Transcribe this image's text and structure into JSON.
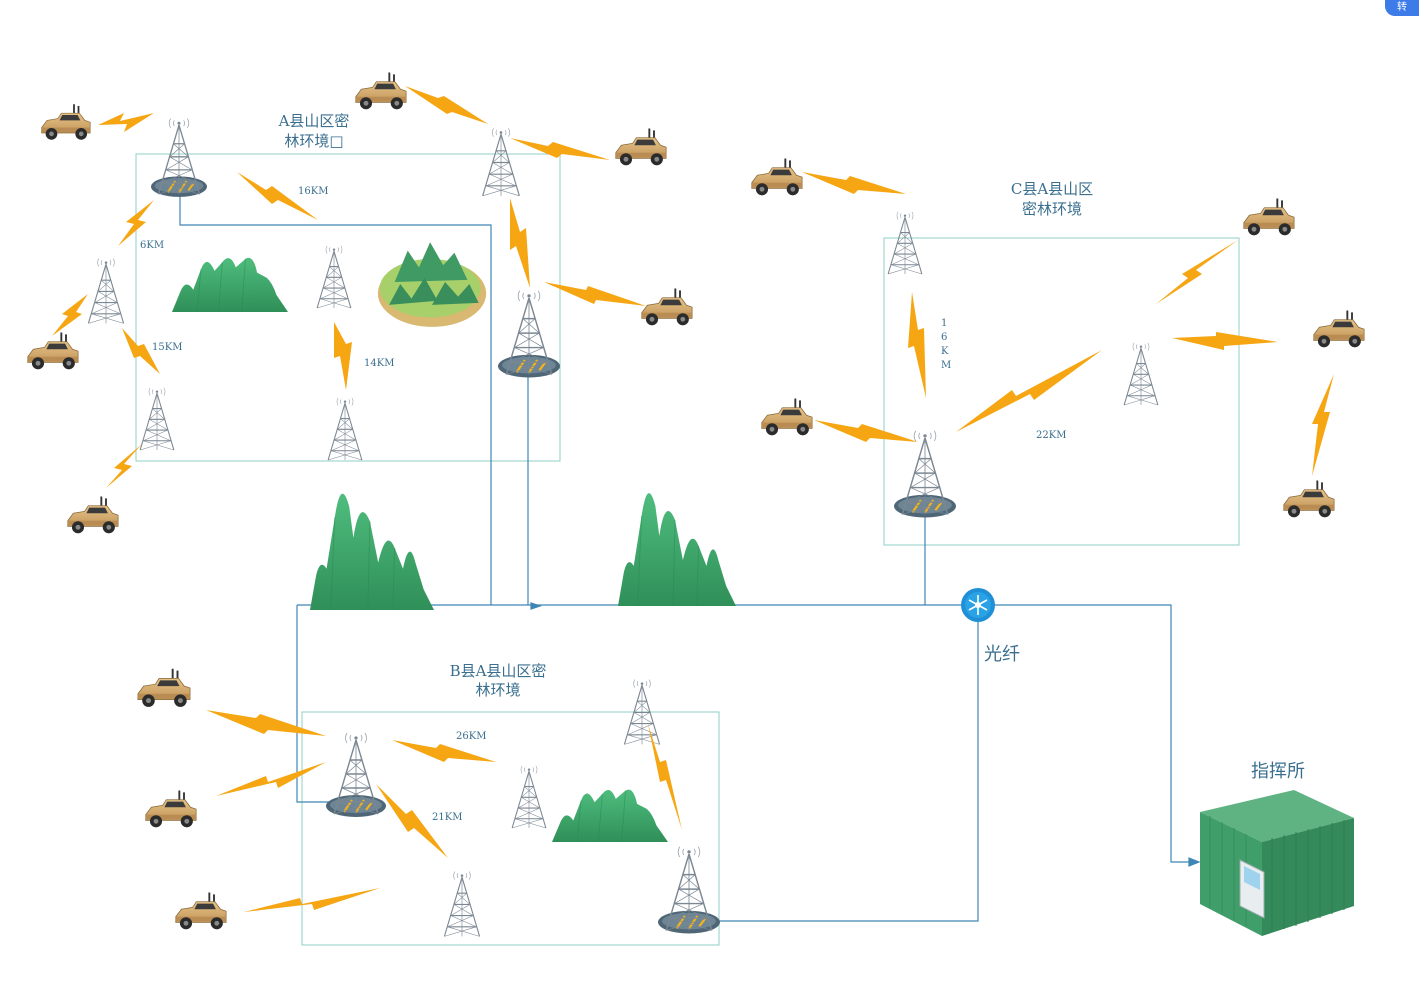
{
  "badge": {
    "text": "转"
  },
  "regions": {
    "a": {
      "title_line1": "A县山区密",
      "title_line2": "林环境□"
    },
    "c": {
      "title_line1": "C县A县山区",
      "title_line2": "密林环境"
    },
    "b": {
      "title_line1": "B县A县山区密",
      "title_line2": "林环境"
    }
  },
  "distances": {
    "a_16km": "16KM",
    "a_6km": "6KM",
    "a_15km": "15KM",
    "a_14km": "14KM",
    "c_vertical": [
      "1",
      "6",
      "K",
      "M"
    ],
    "c_22km": "22KM",
    "b_26km": "26KM",
    "b_21km": "21KM"
  },
  "fiber_label": "光纤",
  "command_post_label": "指挥所",
  "colors": {
    "region_border": "#8fcfc6",
    "link_line": "#3f86b5",
    "lightning": "#f5a612",
    "mountain": "#3aa468",
    "vehicle": "#d4aa6c",
    "tower": "#7b8792",
    "building": "#3f9e6a"
  }
}
